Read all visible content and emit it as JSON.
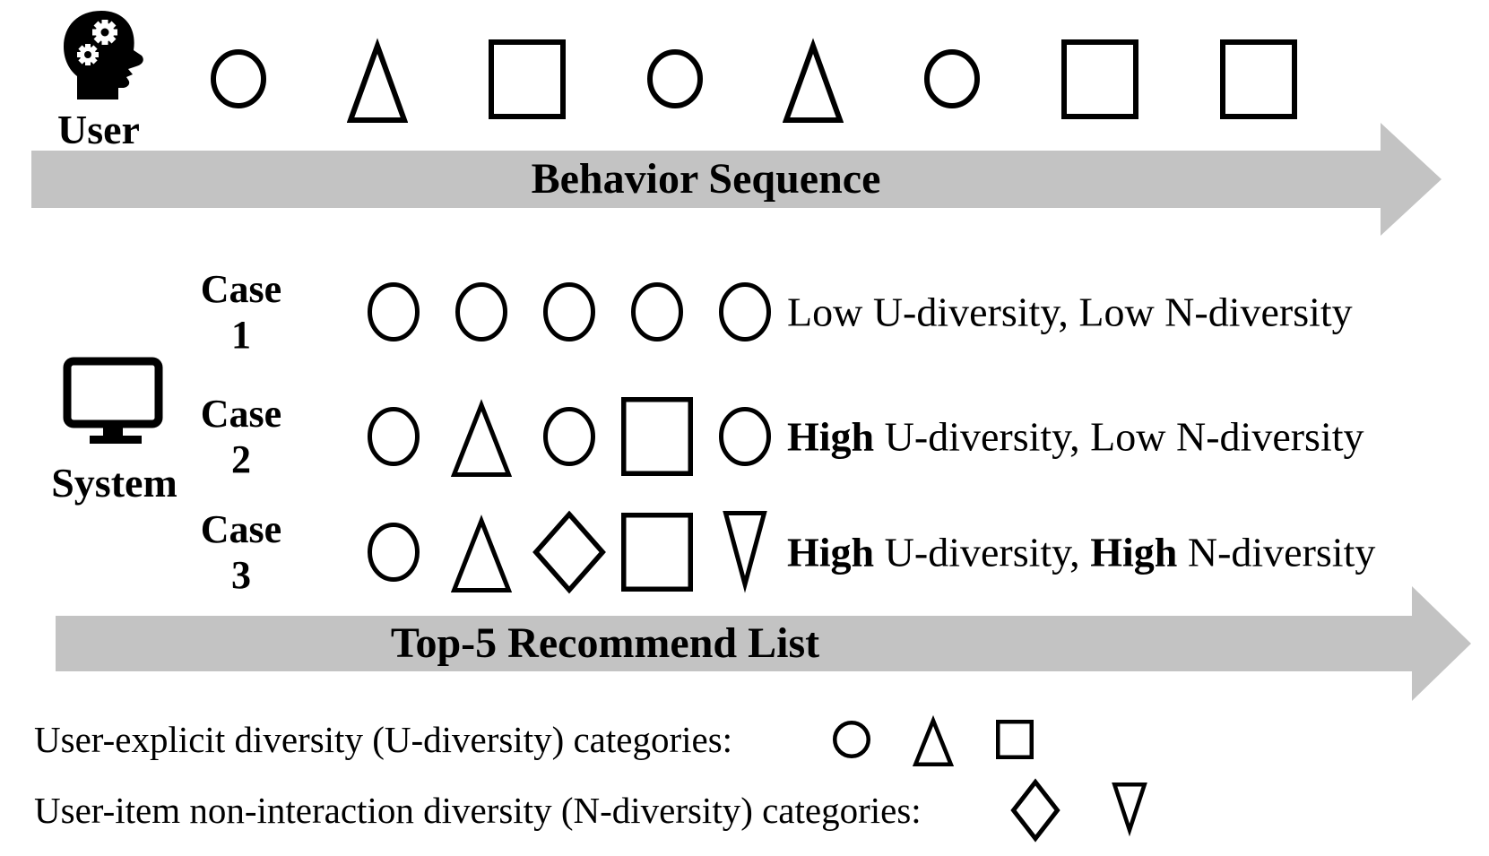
{
  "figure": {
    "user": {
      "label": "User",
      "icon": "user-brain-icon"
    },
    "behavior_shapes": [
      "circle",
      "triangle",
      "square",
      "circle",
      "triangle",
      "circle",
      "square",
      "square"
    ],
    "behavior_arrow_label": "Behavior Sequence",
    "system": {
      "label": "System",
      "icon": "monitor-icon"
    },
    "cases": [
      {
        "label": "Case 1",
        "shapes": [
          "circle",
          "circle",
          "circle",
          "circle",
          "circle"
        ],
        "description": [
          {
            "text": "Low U-diversity, Low N-diversity",
            "bold": false
          }
        ]
      },
      {
        "label": "Case 2",
        "shapes": [
          "circle",
          "triangle",
          "circle",
          "square",
          "circle"
        ],
        "description": [
          {
            "text": "High",
            "bold": true
          },
          {
            "text": " U-diversity, Low N-diversity",
            "bold": false
          }
        ]
      },
      {
        "label": "Case 3",
        "shapes": [
          "circle",
          "triangle",
          "diamond",
          "square",
          "triangle-down"
        ],
        "description": [
          {
            "text": "High",
            "bold": true
          },
          {
            "text": " U-diversity, ",
            "bold": false
          },
          {
            "text": "High",
            "bold": true
          },
          {
            "text": " N-diversity",
            "bold": false
          }
        ]
      }
    ],
    "recommend_arrow_label": "Top-5 Recommend List",
    "legend_rows": [
      {
        "label": "User-explicit diversity (U-diversity) categories:",
        "shapes": [
          "circle",
          "triangle",
          "square"
        ]
      },
      {
        "label": "User-item non-interaction diversity (N-diversity) categories:",
        "shapes": [
          "diamond",
          "triangle-down"
        ]
      }
    ]
  },
  "colors": {
    "ink": "#000000",
    "arrow_gray": "#c3c3c3",
    "background": "#ffffff"
  }
}
